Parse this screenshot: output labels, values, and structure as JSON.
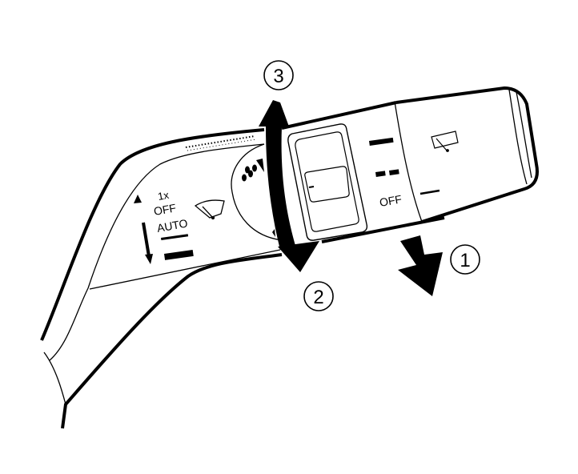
{
  "diagram": {
    "subject": "Windshield wiper and washer switch stalk",
    "colors": {
      "line": "#000000",
      "background": "#ffffff"
    },
    "callouts": [
      {
        "id": "1",
        "label": "1",
        "direction": "down-push"
      },
      {
        "id": "2",
        "label": "2",
        "direction": "rotate-down"
      },
      {
        "id": "3",
        "label": "3",
        "direction": "rotate-up"
      }
    ],
    "rear_ring_labels": {
      "line1": "1x",
      "line2": "OFF",
      "line3": "AUTO",
      "icon": "rear-wiper-icon"
    },
    "front_ring_labels": {
      "off": "OFF",
      "icon": "front-wiper-icon"
    }
  }
}
